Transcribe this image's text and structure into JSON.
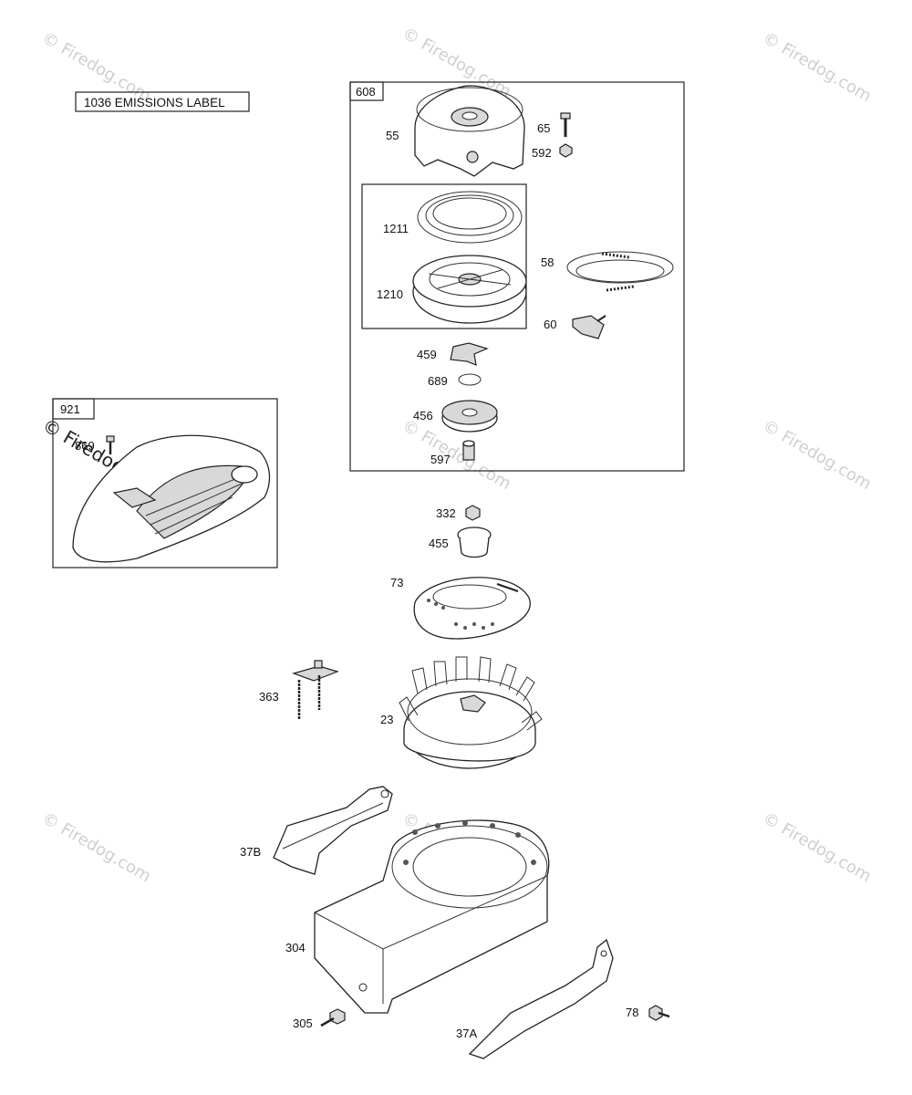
{
  "emissions_label": "1036 EMISSIONS LABEL",
  "watermark_text": "© Firedog.com",
  "group_608": {
    "number": "608",
    "parts": {
      "p55": "55",
      "p65": "65",
      "p592": "592",
      "p1211": "1211",
      "p1210": "1210",
      "p58": "58",
      "p60": "60",
      "p459": "459",
      "p689": "689",
      "p456": "456",
      "p597": "597"
    }
  },
  "group_921": {
    "number": "921",
    "parts": {
      "p869": "869"
    }
  },
  "parts": {
    "p332": "332",
    "p455": "455",
    "p73": "73",
    "p363": "363",
    "p23": "23",
    "p37B": "37B",
    "p304": "304",
    "p305": "305",
    "p37A": "37A",
    "p78": "78"
  }
}
